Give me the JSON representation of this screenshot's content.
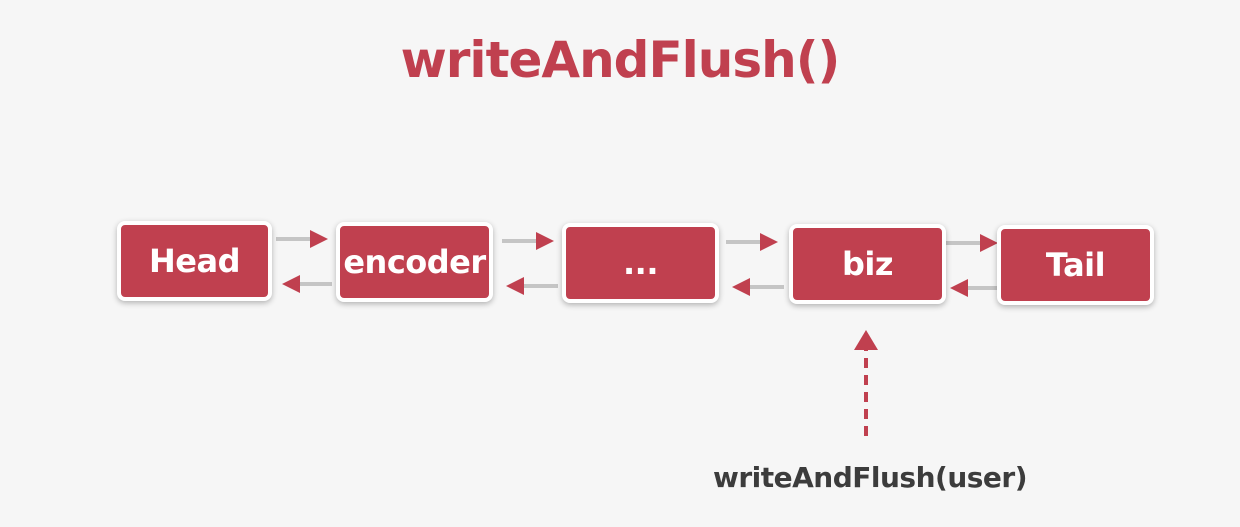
{
  "title": "writeAndFlush()",
  "nodes": [
    {
      "label": "Head"
    },
    {
      "label": "encoder"
    },
    {
      "label": "..."
    },
    {
      "label": "biz"
    },
    {
      "label": "Tail"
    }
  ],
  "caption": "writeAndFlush(user)",
  "colors": {
    "accent": "#c0404f",
    "node_fill": "#c0404f",
    "connector": "#c5c5c5",
    "caption_text": "#3c3c3c",
    "background": "#f6f6f6"
  }
}
